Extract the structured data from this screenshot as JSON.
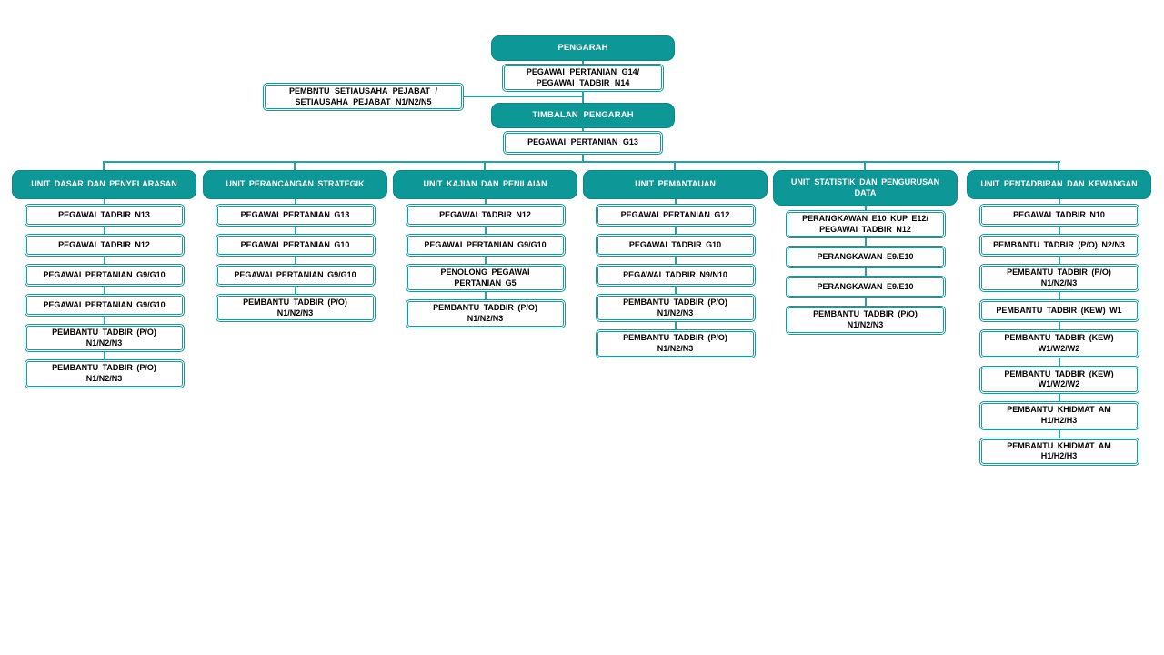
{
  "colors": {
    "teal": "#0E9797",
    "teal_border": "#0B8787",
    "connector_line": "#2AA0A0",
    "box_border": "#189A9A",
    "header_text": "#FFFFFF",
    "box_text": "#000000",
    "background": "#FFFFFF"
  },
  "org_chart": {
    "director": {
      "title": "PENGARAH",
      "grade": "PEGAWAI PERTANIAN G14/\nPEGAWAI TADBIR N14"
    },
    "office_secretary": {
      "label": "PEMBNTU SETIAUSAHA PEJABAT /\nSETIAUSAHA PEJABAT N1/N2/N5"
    },
    "deputy": {
      "title": "TIMBALAN PENGARAH",
      "grade": "PEGAWAI PERTANIAN G13"
    },
    "units": [
      {
        "name": "UNIT DASAR DAN PENYELARASAN",
        "positions": [
          "PEGAWAI TADBIR N13",
          "PEGAWAI TADBIR N12",
          "PEGAWAI PERTANIAN G9/G10",
          "PEGAWAI PERTANIAN G9/G10",
          "PEMBANTU TADBIR (P/O)\nN1/N2/N3",
          "PEMBANTU TADBIR (P/O)\nN1/N2/N3"
        ]
      },
      {
        "name": "UNIT PERANCANGAN STRATEGIK",
        "positions": [
          "PEGAWAI PERTANIAN G13",
          "PEGAWAI PERTANIAN G10",
          "PEGAWAI PERTANIAN G9/G10",
          "PEMBANTU TADBIR (P/O)\nN1/N2/N3"
        ]
      },
      {
        "name": "UNIT KAJIAN DAN PENILAIAN",
        "positions": [
          "PEGAWAI TADBIR N12",
          "PEGAWAI PERTANIAN G9/G10",
          "PENOLONG PEGAWAI\nPERTANIAN G5",
          "PEMBANTU TADBIR (P/O)\nN1/N2/N3"
        ]
      },
      {
        "name": "UNIT PEMANTAUAN",
        "positions": [
          "PEGAWAI PERTANIAN G12",
          "PEGAWAI TADBIR G10",
          "PEGAWAI TADBIR N9/N10",
          "PEMBANTU TADBIR (P/O)\nN1/N2/N3",
          "PEMBANTU TADBIR (P/O)\nN1/N2/N3"
        ]
      },
      {
        "name": "UNIT STATISTIK DAN PENGURUSAN\nDATA",
        "positions": [
          "PERANGKAWAN E10 KUP E12/\nPEGAWAI TADBIR N12",
          "PERANGKAWAN E9/E10",
          "PERANGKAWAN E9/E10",
          "PEMBANTU TADBIR (P/O)\nN1/N2/N3"
        ]
      },
      {
        "name": "UNIT PENTADBIRAN DAN KEWANGAN",
        "positions": [
          "PEGAWAI TADBIR N10",
          "PEMBANTU TADBIR (P/O) N2/N3",
          "PEMBANTU TADBIR (P/O)\nN1/N2/N3",
          "PEMBANTU TADBIR (KEW) W1",
          "PEMBANTU TADBIR (KEW)\nW1/W2/W2",
          "PEMBANTU TADBIR (KEW)\nW1/W2/W2",
          "PEMBANTU KHIDMAT AM\nH1/H2/H3",
          "PEMBANTU KHIDMAT AM\nH1/H2/H3"
        ]
      }
    ]
  }
}
